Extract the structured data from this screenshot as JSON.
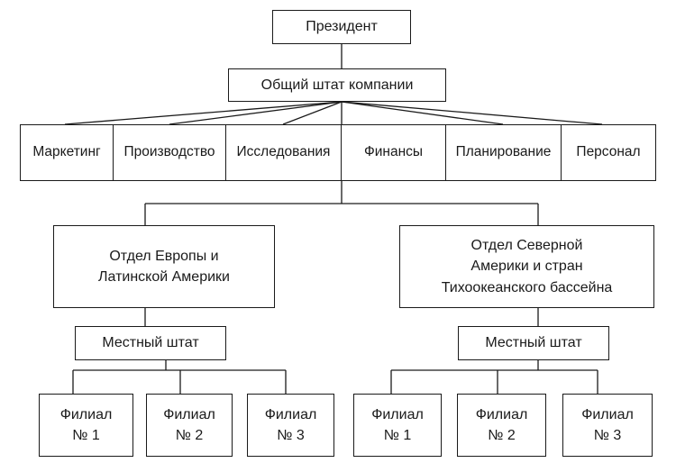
{
  "president": "Президент",
  "general_staff": "Общий штат компании",
  "departments": [
    "Маркетинг",
    "Производство",
    "Исследования",
    "Финансы",
    "Планирование",
    "Персонал"
  ],
  "divisions": [
    {
      "name": "Отдел Европы и\nЛатинской Америки",
      "local_staff": "Местный штат",
      "branches": [
        "Филиал\n№ 1",
        "Филиал\n№ 2",
        "Филиал\n№ 3"
      ]
    },
    {
      "name": "Отдел Северной\nАмерики и стран\nТихоокеанского бассейна",
      "local_staff": "Местный штат",
      "branches": [
        "Филиал\n№ 1",
        "Филиал\n№ 2",
        "Филиал\n№ 3"
      ]
    }
  ],
  "colors": {
    "line": "#1a1a1a",
    "box_border": "#1a1a1a",
    "background": "#ffffff"
  }
}
